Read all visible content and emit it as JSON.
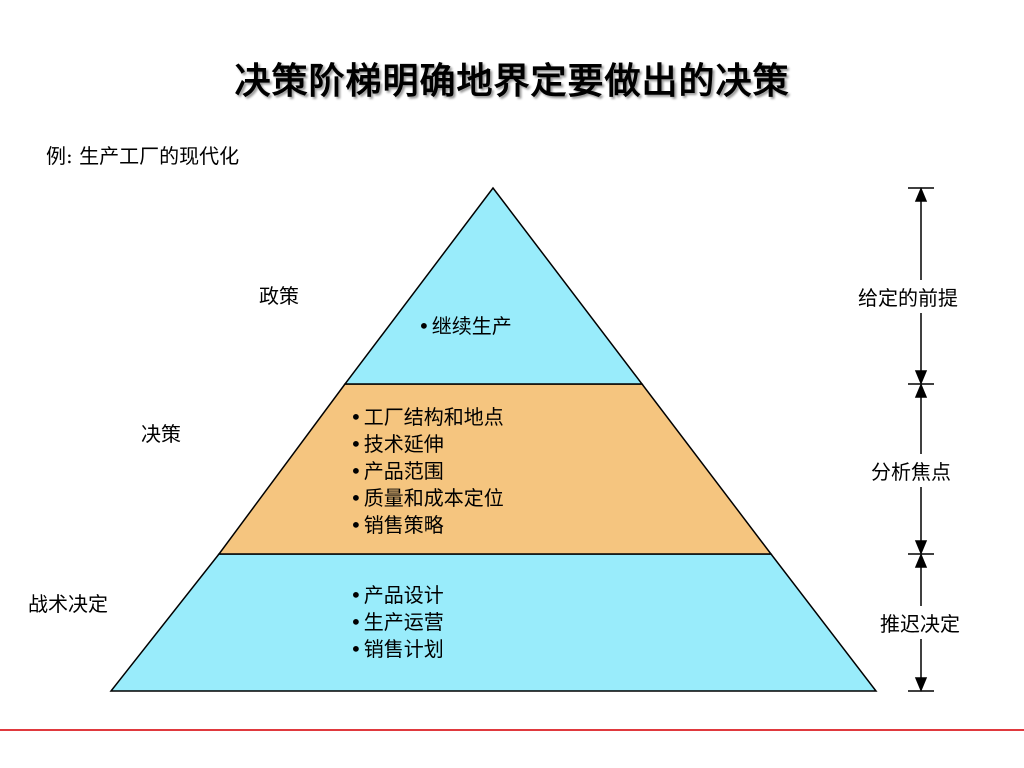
{
  "title": "决策阶梯明确地界定要做出的决策",
  "subtitle": "例: 生产工厂的现代化",
  "levels": [
    {
      "label": "政策",
      "items": [
        "继续生产"
      ]
    },
    {
      "label": "决策",
      "items": [
        "工厂结构和地点",
        "技术延伸",
        "产品范围",
        "质量和成本定位",
        "销售策略"
      ]
    },
    {
      "label": "战术决定",
      "items": [
        "产品设计",
        "生产运营",
        "销售计划"
      ]
    }
  ],
  "right_labels": [
    "给定的前提",
    "分析焦点",
    "推迟决定"
  ],
  "colors": {
    "top": "#99ecfb",
    "middle": "#f5c57f",
    "bottom": "#99ecfb",
    "footer_line": "#e0393e"
  }
}
